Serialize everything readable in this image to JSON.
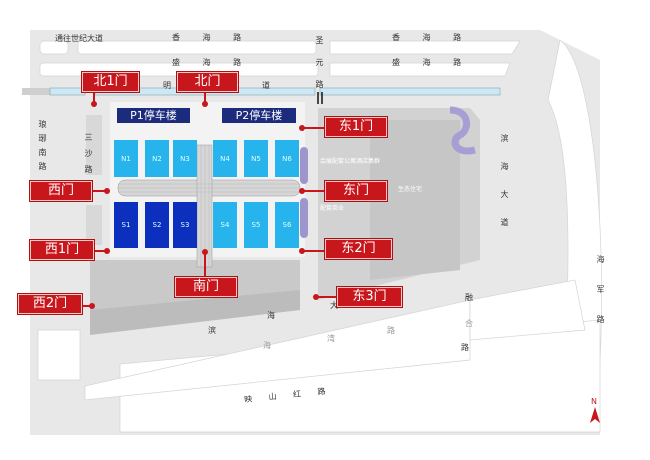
{
  "roads": {
    "to_century_ave": "通往世纪大道",
    "xianghai_w": "香 海 路",
    "xianghai_e": "香 海 路",
    "shenghai_w": "盛 海 路",
    "shenghai_e": "盛 海 路",
    "shengyuan": "圣元路",
    "mingzhu": [
      "明",
      "道"
    ],
    "langya": "琅琊南路",
    "sansha": "三沙路",
    "binhai_ave_e": "滨海大道",
    "binhai_ave_s": [
      "滨",
      "海",
      "大"
    ],
    "haijun": "海军路",
    "ronghe": [
      "融",
      "合",
      "路"
    ],
    "haiwan": [
      "海",
      "湾",
      "路"
    ],
    "yingshanhong": "映 山 红 路"
  },
  "buildings": {
    "p1": "P1停车楼",
    "p2": "P2停车楼",
    "halls_north": [
      "N1",
      "N2",
      "N3",
      "N4",
      "N5",
      "N6"
    ],
    "halls_south": [
      "S1",
      "S2",
      "S3",
      "S4",
      "S5",
      "S6"
    ],
    "hotel_cluster": "会展配套公寓酒店集群",
    "eco_residential": "生态住宅",
    "supporting_commerce": "配套商业"
  },
  "gates": {
    "north1": "北1门",
    "north": "北门",
    "east1": "东1门",
    "east": "东门",
    "east2": "东2门",
    "east3": "东3门",
    "south": "南门",
    "west": "西门",
    "west1": "西1门",
    "west2": "西2门"
  },
  "compass": "N",
  "colors": {
    "gate": "#c8161d",
    "hall_light": "#27b3ec",
    "hall_dark": "#0d2fbd",
    "parking": "#1c2b7c",
    "strip": "#9d96cc"
  }
}
